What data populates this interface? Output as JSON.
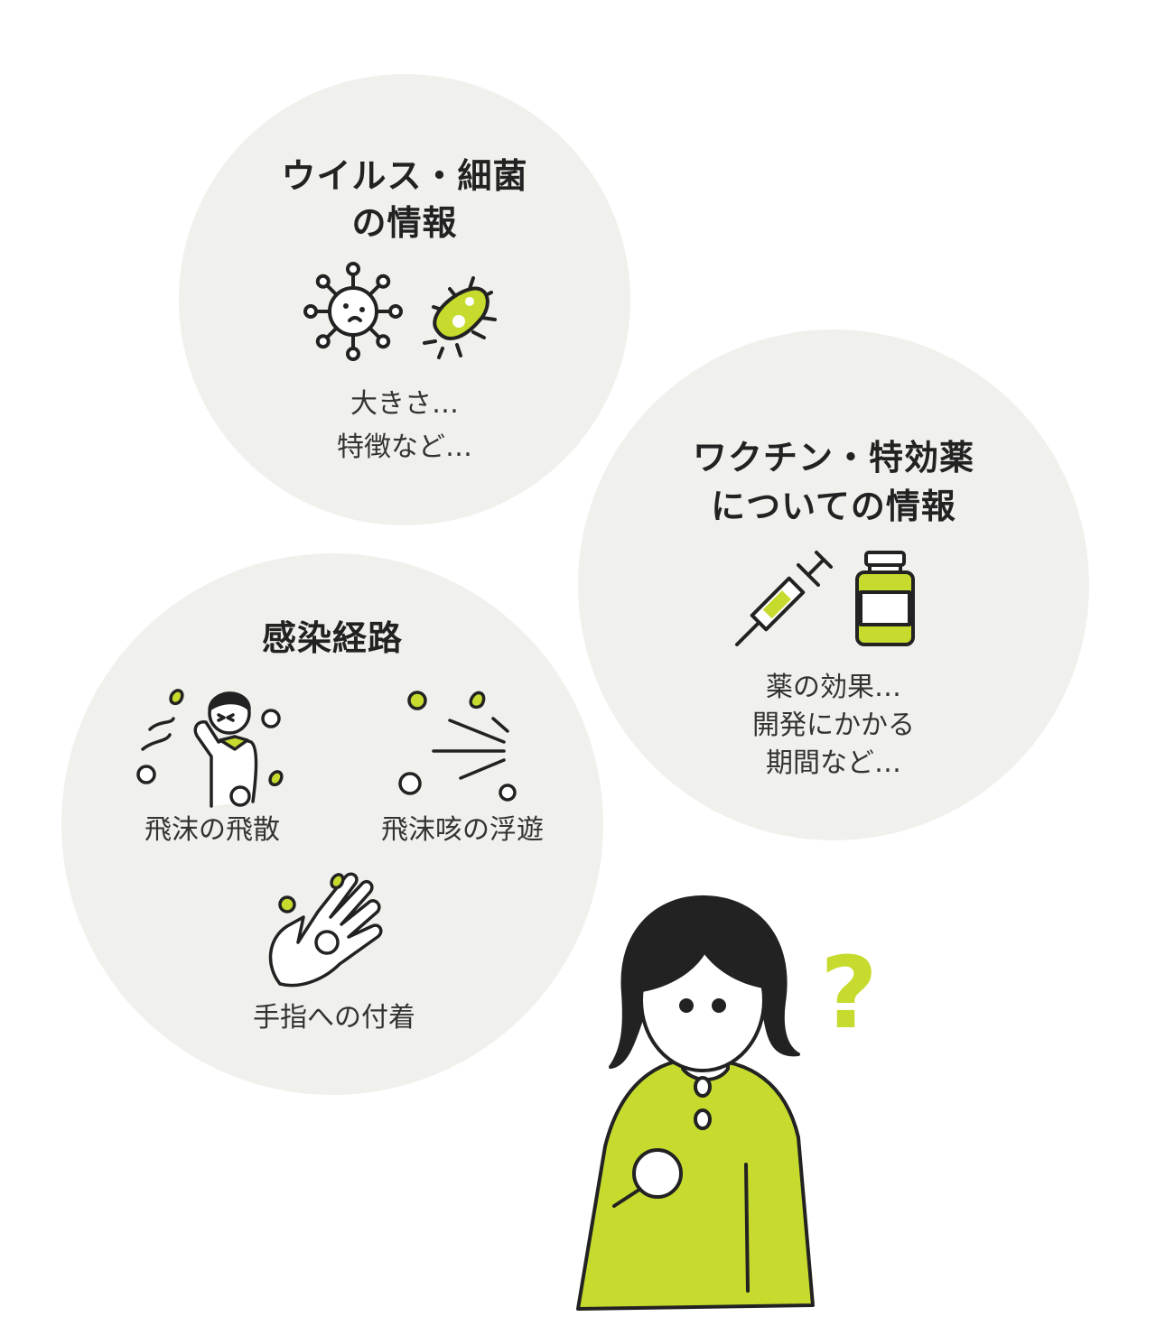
{
  "colors": {
    "accent": "#c6db2e",
    "circle": "#f0f0ec",
    "ink": "#222222"
  },
  "virus_bubble": {
    "title_line1": "ウイルス・細菌",
    "title_line2": "の情報",
    "desc_line1": "大きさ…",
    "desc_line2": "特徴など…",
    "icons": [
      "virus-icon",
      "bacteria-icon"
    ]
  },
  "vaccine_bubble": {
    "title_line1": "ワクチン・特効薬",
    "title_line2": "についての情報",
    "desc_line1": "薬の効果…",
    "desc_line2": "開発にかかる",
    "desc_line3": "期間など…",
    "icons": [
      "syringe-icon",
      "medicine-bottle-icon"
    ]
  },
  "route_bubble": {
    "title": "感染経路",
    "items": [
      {
        "label": "飛沫の飛散",
        "icon": "sneezing-person-icon"
      },
      {
        "label": "飛沫咳の浮遊",
        "icon": "airborne-droplets-icon"
      },
      {
        "label": "手指への付着",
        "icon": "contaminated-hand-icon"
      }
    ]
  },
  "character": {
    "icon": "wondering-woman-icon",
    "mark": "?"
  }
}
